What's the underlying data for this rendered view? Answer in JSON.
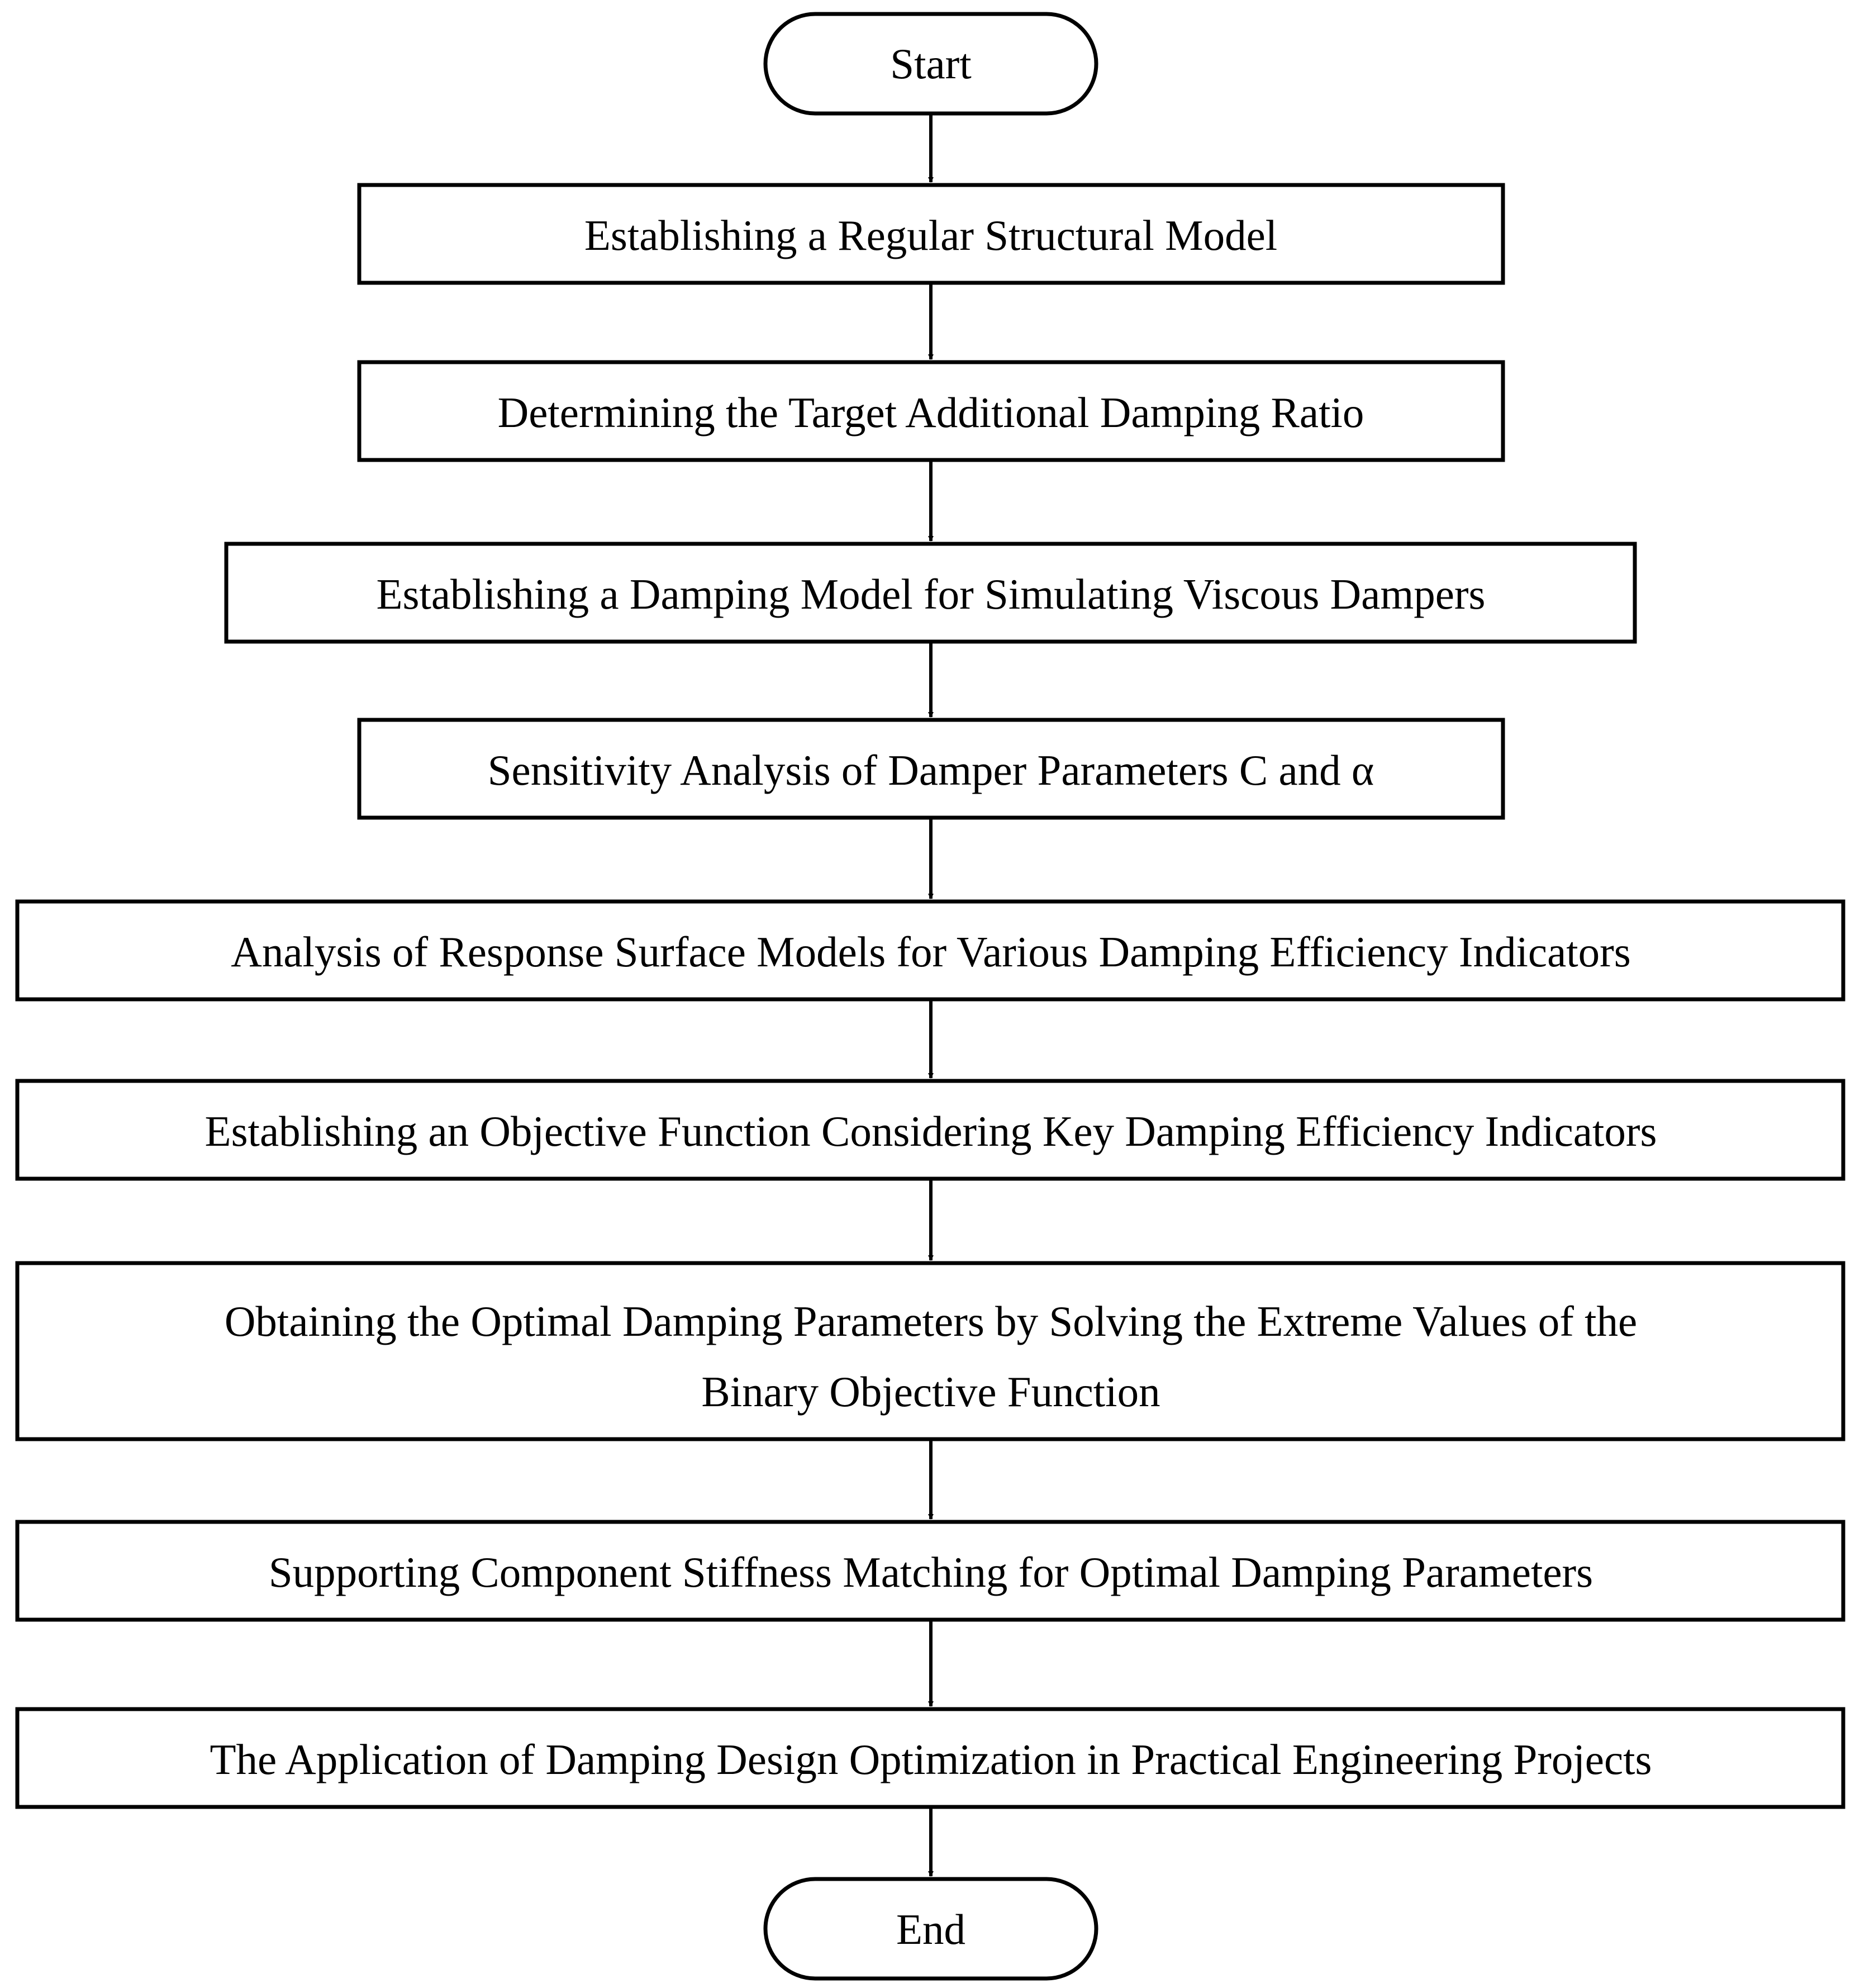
{
  "flowchart": {
    "start": {
      "label": "Start"
    },
    "steps": [
      {
        "lines": [
          "Establishing a Regular Structural Model"
        ]
      },
      {
        "lines": [
          "Determining the Target Additional Damping Ratio"
        ]
      },
      {
        "lines": [
          "Establishing a Damping Model for Simulating Viscous Dampers"
        ]
      },
      {
        "lines": [
          "Sensitivity Analysis of Damper Parameters C and α"
        ]
      },
      {
        "lines": [
          "Analysis of Response Surface Models for Various Damping Efficiency Indicators"
        ]
      },
      {
        "lines": [
          "Establishing an Objective Function Considering Key Damping Efficiency Indicators"
        ]
      },
      {
        "lines": [
          "Obtaining the Optimal Damping Parameters by Solving the Extreme Values of the",
          "Binary Objective Function"
        ]
      },
      {
        "lines": [
          "Supporting Component Stiffness Matching for Optimal Damping Parameters"
        ]
      },
      {
        "lines": [
          "The Application of Damping Design Optimization in Practical Engineering Projects"
        ]
      }
    ],
    "end": {
      "label": "End"
    }
  }
}
